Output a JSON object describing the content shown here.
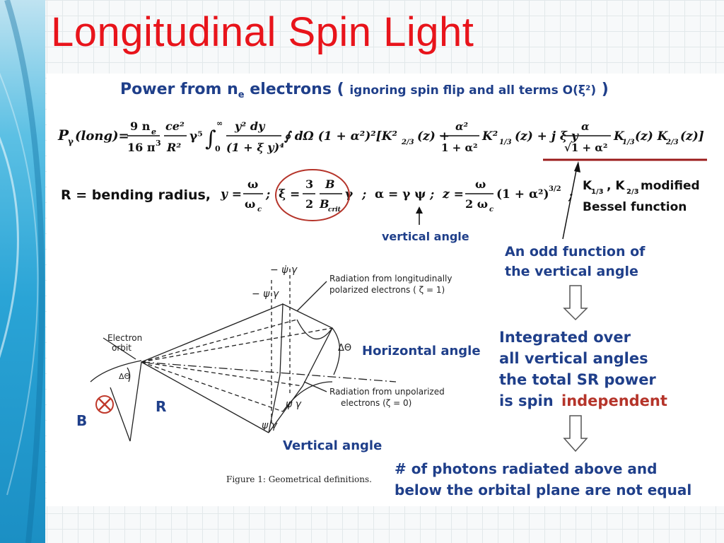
{
  "title": "Longitudinal Spin Light",
  "heading": {
    "main": "Power from n",
    "main_sub": "e",
    "main_rest": " electrons (",
    "paren_text": "ignoring spin flip and all terms O(ξ²)",
    "close": " )"
  },
  "formula": {
    "lhs": "P",
    "lhs_sub": "γ",
    "lhs_arg": "(long)=",
    "f1_num": "9 n",
    "f1_num_sub": "e",
    "f1_den": "16 π",
    "f1_den_sup": "3",
    "f2_num": "ce²",
    "f2_den": "R²",
    "gamma5": "γ⁵",
    "int_upper": "∞",
    "int_lower": "0",
    "f3_num": "y² dy",
    "f3_den": "(1 + ξ y)⁴",
    "rest1": "∮ dΩ (1 + α²)²[K²",
    "rest1_sub": "2/3",
    "rest1_tail": "(z) +",
    "f4_num": "α²",
    "f4_den": "1 + α²",
    "rest2": "K²",
    "rest2_sub": "1/3",
    "rest2_tail": "(z) + j ξ y",
    "f5_num": "α",
    "f5_den": "√1 + α²",
    "rest3": "K",
    "rest3_sub1": "1/3",
    "rest3_mid": "(z) K",
    "rest3_sub2": "2/3",
    "rest3_tail": "(z)]"
  },
  "definitions": {
    "bending": "R = bending radius,",
    "y_def_lhs": "y =",
    "y_num": "ω",
    "y_den": "ω",
    "y_den_sub": "c",
    "sep1": ";",
    "xi_lhs": "ξ =",
    "xi_num": "3",
    "xi_den": "2",
    "xi_num2": "B",
    "xi_den2": "B",
    "xi_den2_sub": "crit",
    "xi_tail": "γ",
    "sep2": ";",
    "alpha_def": "α = γ ψ",
    "sep3": ";",
    "z_lhs": "z =",
    "z_num": "ω",
    "z_den": "2 ω",
    "z_den_sub": "c",
    "z_tail": "(1 + α²)",
    "z_tail_sup": "3/2",
    "sep4": ";"
  },
  "bessel_note": {
    "line1_a": "K",
    "line1_sub1": "1/3",
    "line1_b": ", K",
    "line1_sub2": "2/3",
    "line1_c": " modified",
    "line2": "Bessel function"
  },
  "vertical_angle_note": "vertical angle",
  "odd_function_note": {
    "line1": "An odd function of",
    "line2": "the vertical angle"
  },
  "integrated_note": {
    "line1": "Integrated over",
    "line2": "all vertical angles",
    "line3": "the total SR power",
    "line4_a": "is spin ",
    "line4_b": "independent"
  },
  "photons_note": {
    "line1": "# of photons radiated above and",
    "line2": "below the orbital plane are not equal"
  },
  "diagram": {
    "label_psi_gamma_top": "− ψ γ",
    "label_psi_gamma_dot": "− ψ̇ γ",
    "label_long_pol_1": "Radiation from longitudinally",
    "label_long_pol_2": "polarized electrons ( ζ = 1)",
    "label_electron_1": "Electron",
    "label_electron_2": "orbit",
    "label_delta_theta_left": "ΔΘ",
    "label_delta_theta_right": "ΔΘ",
    "label_horizontal_angle": "Horizontal angle",
    "label_unpol_1": "Radiation from unpolarized",
    "label_unpol_2": "electrons (ζ = 0)",
    "label_psi_gamma_mid": "ψ γ",
    "label_psi_gamma_bottom": "ψ γ",
    "label_R": "R",
    "label_B": "B",
    "label_vertical_angle": "Vertical angle",
    "caption": "Figure 1: Geometrical definitions."
  },
  "colors": {
    "title_red": "#e8141b",
    "text_blue": "#1f3f8a",
    "accent_red": "#c0392b",
    "band_blue": "#2aa4d6"
  }
}
